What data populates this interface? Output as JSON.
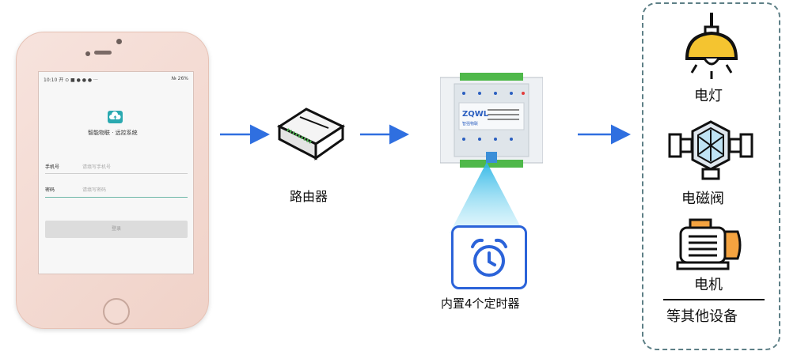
{
  "phone": {
    "status_bar": "10:10 开 ⊙ ■ ● ● ● ···",
    "status_right": "№ 26%",
    "app_title": "智能物联 · 远控系统",
    "phone_label": "手机号",
    "phone_placeholder": "请填写手机号",
    "password_label": "密码",
    "password_placeholder": "请填写密码",
    "login_label": "登录"
  },
  "router": {
    "label": "路由器"
  },
  "controller": {
    "brand": "ZQWL",
    "brand_sub": "智强物联"
  },
  "timer": {
    "label": "内置4个定时器"
  },
  "devices": {
    "lamp": "电灯",
    "valve": "电磁阀",
    "motor": "电机",
    "others": "等其他设备"
  },
  "colors": {
    "arrow": "#2f6fe0",
    "timer_border": "#2b63d9",
    "lamp_yellow": "#f4c430",
    "panel_border": "#5d7f86"
  }
}
